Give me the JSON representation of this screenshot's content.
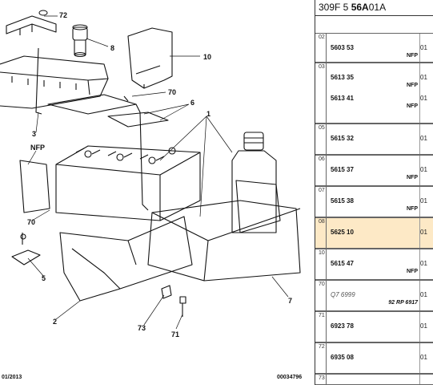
{
  "header": {
    "prefix": "309F 5",
    "code": "56A",
    "suffix": "01A"
  },
  "callouts": {
    "c72": "72",
    "c8": "8",
    "c10": "10",
    "c70a": "70",
    "c6": "6",
    "c1": "1",
    "c3": "3",
    "cNFP": "NFP",
    "c70b": "70",
    "c5": "5",
    "c2": "2",
    "c7": "7",
    "c73": "73",
    "c71": "71"
  },
  "footer": {
    "date": "01/2013",
    "ref": "00034796"
  },
  "parts": [
    {
      "index": "02",
      "lines": [
        {
          "part": "5603 53",
          "qty": "01",
          "note": "NFP"
        }
      ]
    },
    {
      "index": "03",
      "lines": [
        {
          "part": "5613 35",
          "qty": "01",
          "note": "NFP"
        },
        {
          "part": "5613 41",
          "qty": "01",
          "note": "NFP"
        }
      ]
    },
    {
      "index": "05",
      "lines": [
        {
          "part": "5615 32",
          "qty": "01",
          "note": ""
        }
      ]
    },
    {
      "index": "06",
      "lines": [
        {
          "part": "5615 37",
          "qty": "01",
          "note": "NFP"
        }
      ]
    },
    {
      "index": "07",
      "lines": [
        {
          "part": "5615 38",
          "qty": "01",
          "note": "NFP"
        }
      ]
    },
    {
      "index": "08",
      "lines": [
        {
          "part": "5625 10",
          "qty": "01",
          "note": ""
        }
      ]
    },
    {
      "index": "10",
      "lines": [
        {
          "part": "5615 47",
          "qty": "01",
          "note": "NFP"
        }
      ]
    },
    {
      "index": "70",
      "lines": [
        {
          "part": "Q7 6999",
          "qty": "01",
          "note": "92 RP 6917"
        }
      ]
    },
    {
      "index": "71",
      "lines": [
        {
          "part": "6923 78",
          "qty": "01",
          "note": ""
        }
      ]
    },
    {
      "index": "72",
      "lines": [
        {
          "part": "6935 08",
          "qty": "01",
          "note": ""
        }
      ]
    },
    {
      "index": "73",
      "lines": []
    }
  ]
}
